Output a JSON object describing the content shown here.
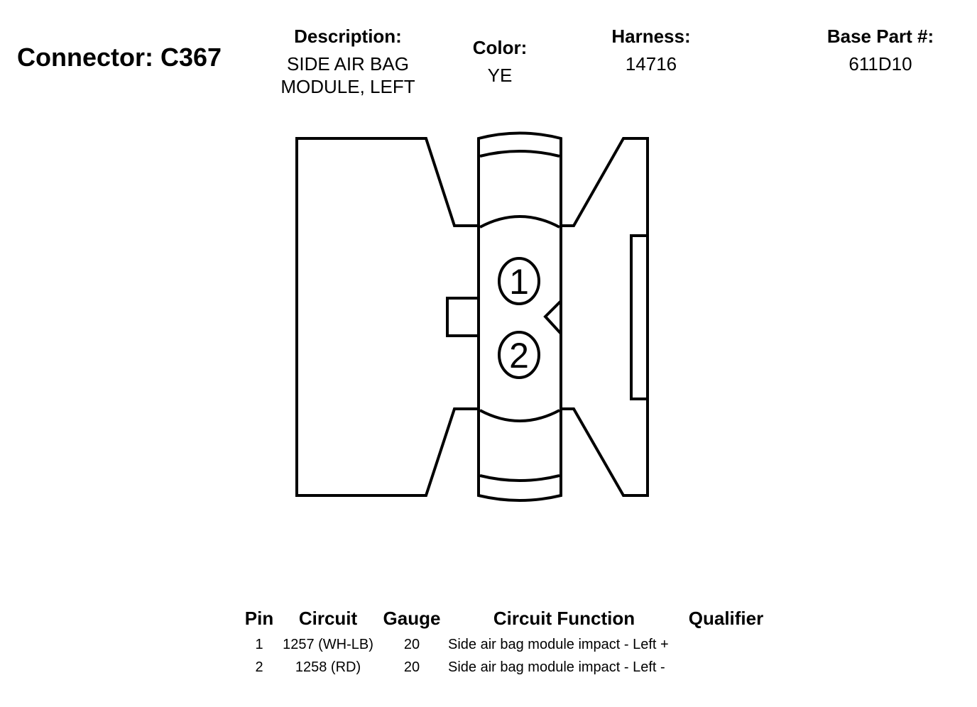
{
  "connector": {
    "title": "Connector: C367"
  },
  "description": {
    "label": "Description:",
    "line1": "SIDE AIR BAG",
    "line2": "MODULE, LEFT"
  },
  "color": {
    "label": "Color:",
    "value": "YE"
  },
  "harness": {
    "label": "Harness:",
    "value": "14716"
  },
  "base_part": {
    "label": "Base Part #:",
    "value": "611D10"
  },
  "pins_diagram": {
    "pin1": "1",
    "pin2": "2"
  },
  "table": {
    "headers": [
      "Pin",
      "Circuit",
      "Gauge",
      "Circuit Function",
      "Qualifier"
    ],
    "rows": [
      {
        "pin": "1",
        "circuit": "1257 (WH-LB)",
        "gauge": "20",
        "function": "Side air bag module impact - Left +",
        "qualifier": ""
      },
      {
        "pin": "2",
        "circuit": "1258 (RD)",
        "gauge": "20",
        "function": "Side air bag module impact - Left -",
        "qualifier": ""
      }
    ]
  }
}
